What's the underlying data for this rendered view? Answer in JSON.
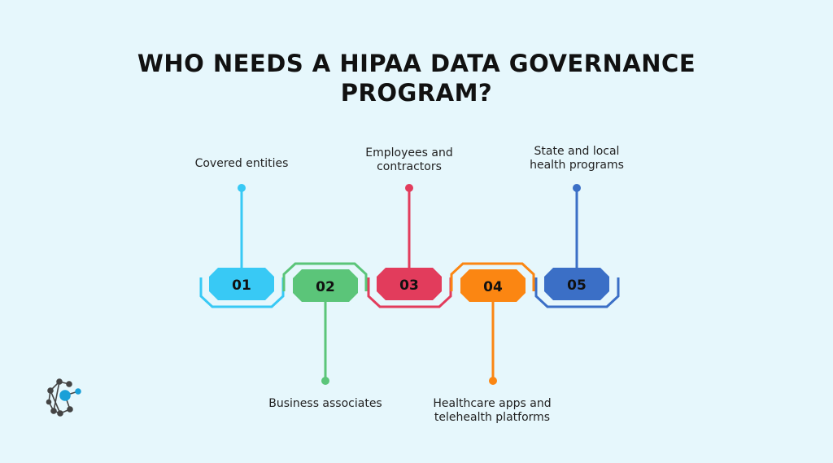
{
  "title": {
    "line1": "WHO NEEDS A HIPAA DATA GOVERNANCE",
    "line2": "PROGRAM?"
  },
  "steps": [
    {
      "number": "01",
      "label": [
        "Covered entities"
      ],
      "color": "#38c9f5"
    },
    {
      "number": "02",
      "label": [
        "Business associates"
      ],
      "color": "#5bc579"
    },
    {
      "number": "03",
      "label": [
        "Employees and",
        "contractors"
      ],
      "color": "#e23c5c"
    },
    {
      "number": "04",
      "label": [
        "Healthcare apps and",
        "telehealth platforms"
      ],
      "color": "#fb8612"
    },
    {
      "number": "05",
      "label": [
        "State and local",
        "health programs"
      ],
      "color": "#3b6fc6"
    }
  ],
  "logo": {
    "name": "network-logo-icon"
  }
}
